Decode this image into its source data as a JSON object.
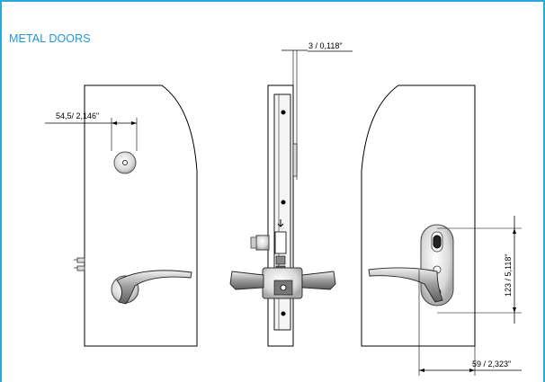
{
  "title": "METAL DOORS",
  "dimensions": {
    "left_offset": "54,5/ 2,146\"",
    "thickness": "3 / 0,118\"",
    "height": "123 / 5,118\"",
    "width": "59 / 2,323\""
  }
}
